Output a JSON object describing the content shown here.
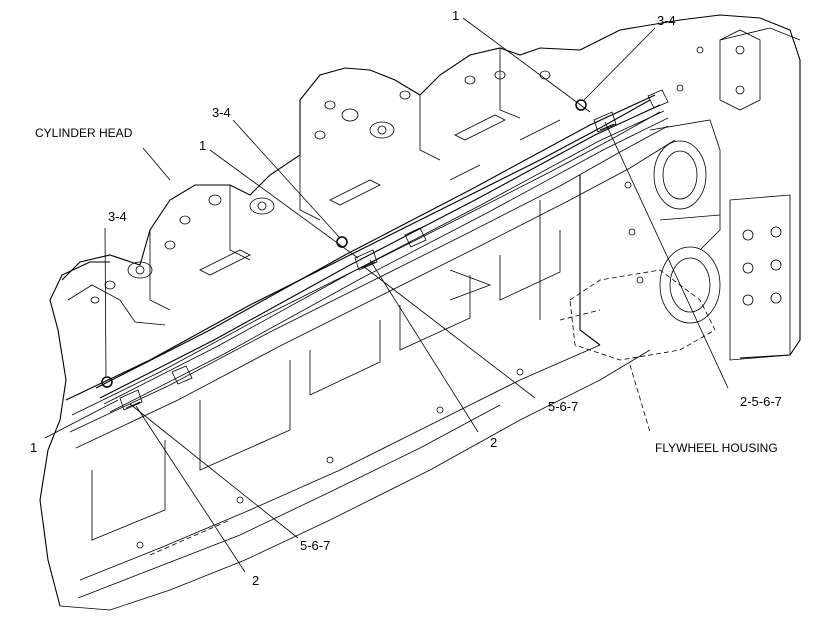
{
  "labels": {
    "cylinder_head": "CYLINDER HEAD",
    "flywheel_housing": "FLYWHEEL HOUSING",
    "c1_a": "1",
    "c1_b": "1",
    "c1_c": "1",
    "c34_a": "3-4",
    "c34_b": "3-4",
    "c34_c": "3-4",
    "c2_a": "2",
    "c2_b": "2",
    "c567_a": "5-6-7",
    "c567_b": "5-6-7",
    "c2567": "2-5-6-7"
  },
  "colors": {
    "ink": "#000000",
    "paper": "#ffffff"
  }
}
